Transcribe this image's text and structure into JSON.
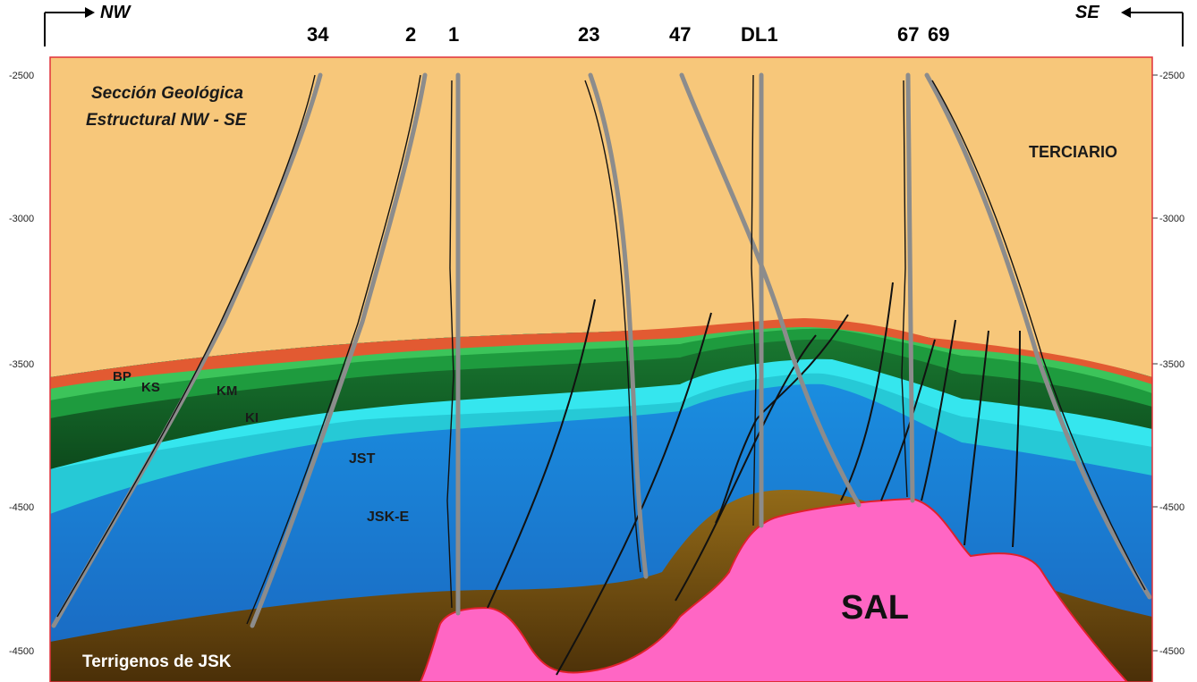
{
  "header": {
    "left_direction": "NW",
    "right_direction": "SE"
  },
  "wells": [
    {
      "name": "34"
    },
    {
      "name": "2"
    },
    {
      "name": "1"
    },
    {
      "name": "23"
    },
    {
      "name": "47"
    },
    {
      "name": "DL1"
    },
    {
      "name": "67"
    },
    {
      "name": "69"
    }
  ],
  "section": {
    "title_line1": "Sección Geológica",
    "title_line2": "Estructural  NW - SE"
  },
  "formations": {
    "terciario": "TERCIARIO",
    "bp": "BP",
    "ks": "KS",
    "km": "KM",
    "ki": "KI",
    "jst": "JST",
    "jske": "JSK-E",
    "sal": "SAL",
    "terrigenos": "Terrigenos  de  JSK"
  },
  "depth_axis": {
    "left_ticks": [
      "-2500",
      "-3000",
      "-3500",
      "-4500",
      "-4500"
    ],
    "right_ticks": [
      "-2500",
      "-3000",
      "-3500",
      "-4500",
      "-4500"
    ]
  },
  "colors": {
    "terciario": "#f7c77a",
    "bp": "#e25a32",
    "ks": "#3cc45a",
    "km": "#1e9b3e",
    "ki": "#126a2a",
    "jst": "#33e0e6",
    "jske": "#1a8ad8",
    "terrigenos": "#c9961f",
    "sal": "#ff66c4",
    "well": "#8c8c8c",
    "fault": "#111111"
  }
}
